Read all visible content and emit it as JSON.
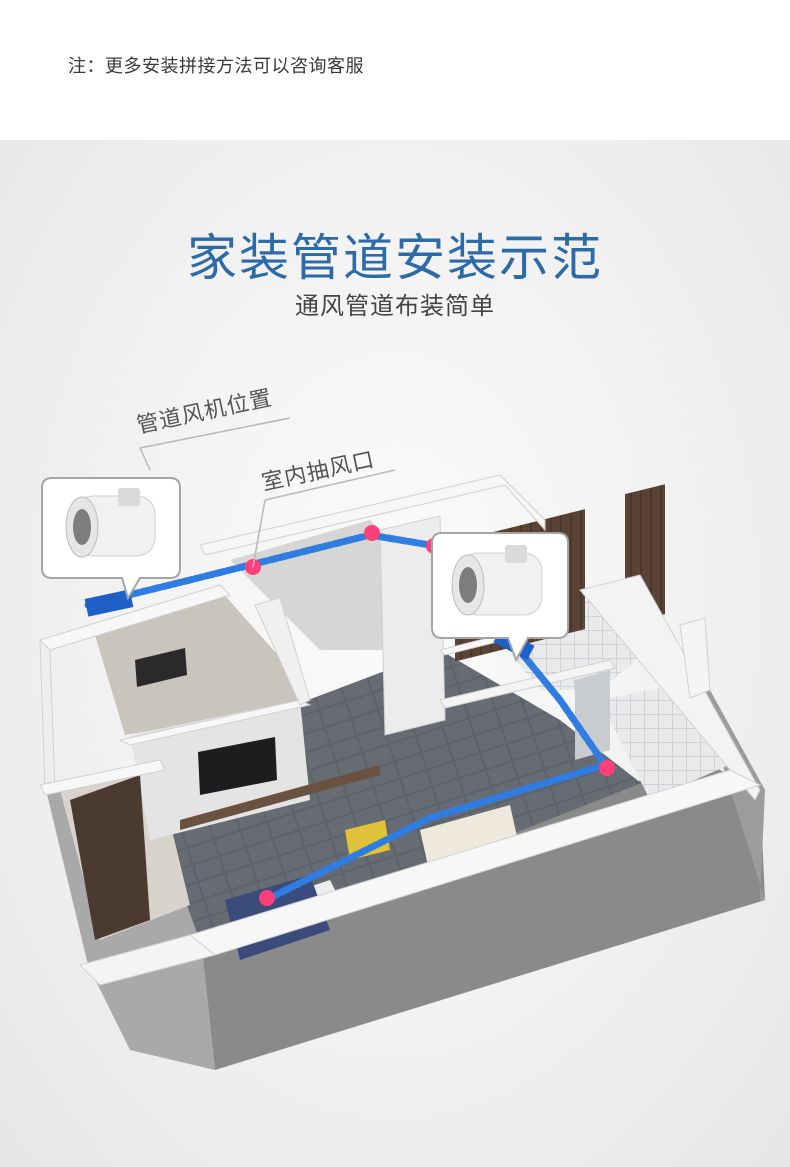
{
  "note": "注：更多安装拼接方法可以咨询客服",
  "title": "家装管道安装示范",
  "subtitle": "通风管道布装简单",
  "callouts": {
    "fan_position": "管道风机位置",
    "indoor_vent": "室内抽风口"
  },
  "colors": {
    "title": "#2c6aa8",
    "duct": "#2f7de0",
    "vent_dot": "#ff3f7a",
    "floor": "#5a5e66",
    "wall_outer": "#8b8b8b",
    "wall_top": "#f4f4f4"
  }
}
